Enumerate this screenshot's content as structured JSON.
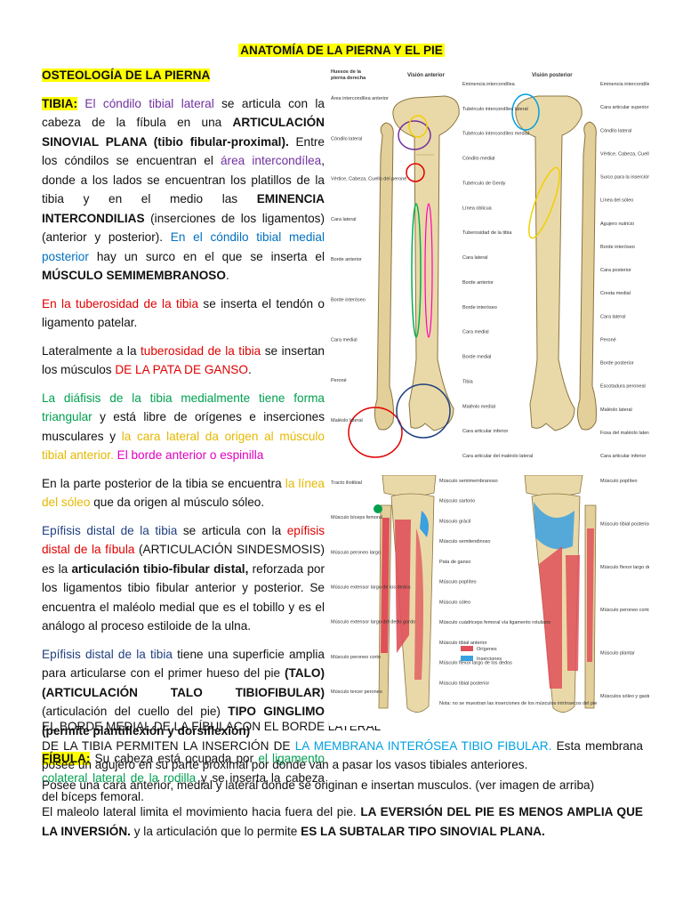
{
  "doc": {
    "title": "ANATOMÍA DE LA PIERNA Y EL PIE",
    "section": "OSTEOLOGÍA DE LA PIERNA",
    "p1": {
      "k": "TIBIA:",
      "a": " El cóndilo tibial lateral",
      "b": " se articula con la cabeza de la fíbula en una ",
      "c": "ARTICULACIÓN SINOVIAL PLANA (tibio fibular-proximal).",
      "d": " Entre los cóndilos se encuentran el ",
      "e": "área intercondílea",
      "f": ", donde a los lados se encuentran los platillos de la tibia y en el medio las ",
      "g": "EMINENCIA INTERCONDILIAS",
      "h": " (inserciones de los ligamentos) (anterior y posterior). ",
      "i": "En el cóndilo tibial medial posterior",
      "j": " hay un surco en el que se inserta el ",
      "l": "MÚSCULO SEMIMEMBRANOSO",
      "m": "."
    },
    "p2": {
      "a": "En la tuberosidad de la tibia",
      "b": " se inserta el tendón o ligamento patelar."
    },
    "p3": {
      "a": "Lateralmente a la ",
      "b": "tuberosidad de la tibia",
      "c": " se insertan los músculos ",
      "d": "DE LA PATA DE GANSO",
      "e": "."
    },
    "p4": {
      "a": "La diáfisis de la tibia medialmente tiene forma triangular",
      "b": " y está libre de orígenes e inserciones musculares y ",
      "c": "la cara lateral da origen al músculo tibial anterior.",
      "d": " El borde anterior o espinilla"
    },
    "p5": {
      "a": "En la parte posterior de la tibia se encuentra ",
      "b": "la línea del sóleo",
      "c": " que da origen al músculo sóleo."
    },
    "p6": {
      "a": "Epífisis distal de la tibia",
      "b": " se articula con la ",
      "c": "epífisis distal de la fíbula",
      "d": " (ARTICULACIÓN SINDESMOSIS) es la ",
      "e": "articulación tibio-fibular distal,",
      "f": " reforzada por los ligamentos tibio fibular anterior y posterior. Se encuentra el maléolo medial que es el tobillo y es el análogo al proceso estiloide de la ulna."
    },
    "p7": {
      "a": "Epífisis distal de la tibia",
      "b": " tiene una superficie amplia para articularse con el primer hueso del pie ",
      "c": "(TALO) (ARTICULACIÓN TALO TIBIOFIBULAR)",
      "d": " (articulación del cuello del pie) ",
      "e": "TIPO GINGLIMO (permite plantiflexión y dorsiflexión)"
    },
    "p8": {
      "a": "FÍBULA:",
      "b": " Su cabeza está ocupada por ",
      "c": "el ligamento colateral lateral de la rodilla",
      "d": " y se inserta la cabeza del bíceps femoral."
    },
    "p9a": "EL BORDE MEDIAL DE LA FÍBULACON EL BORDE LATERAL",
    "p9b": {
      "a": "DE LA TIBIA PERMITEN LA INSERCIÓN DE ",
      "b": "LA MEMBRANA INTERÓSEA TIBIO FIBULAR.",
      "c": " Esta membrana posee un agujero en su parte proximal por donde van a pasar los vasos tibiales anteriores."
    },
    "p10": "Posee una cara anterior, medial y lateral donde se originan e insertan musculos. (ver imagen de arriba)",
    "p11": {
      "a": "El maleolo lateral limita el movimiento hacia fuera del pie. ",
      "b": "LA EVERSIÓN DEL PIE ES MENOS AMPLIA QUE LA INVERSIÓN.",
      "c": " y la articulación que lo permite ",
      "d": "ES LA SUBTALAR TIPO SINOVIAL PLANA."
    }
  },
  "fig1": {
    "header": [
      "Huesos de la",
      "pierna derecha"
    ],
    "view_anterior": "Visión anterior",
    "view_posterior": "Visión posterior",
    "labels_left": [
      "Área intercondílea anterior",
      "Cóndilo lateral",
      "Vértice, Cabeza, Cuello del peroné",
      "Cara lateral",
      "Borde anterior",
      "Borde interóseo",
      "Cara medial",
      "Peroné",
      "Maléolo lateral"
    ],
    "labels_mid": [
      "Eminencia intercondílea",
      "Tubérculo intercondíleo lateral",
      "Tubérculo intercondíleo medial",
      "Cóndilo medial",
      "Tubérculo de Gerdy",
      "Línea oblicua",
      "Tuberosidad de la tibia",
      "Cara lateral",
      "Borde anterior",
      "Borde interóseo",
      "Cara medial",
      "Borde medial",
      "Tibia",
      "Maléolo medial",
      "Cara articular inferior",
      "Cara articular del maléolo lateral"
    ],
    "labels_right": [
      "Eminencia intercondílea",
      "Cara articular superior",
      "Cóndilo lateral",
      "Vértice, Cabeza, Cuello del peroné",
      "Surco para la inserción del tendón del semimembranoso",
      "Línea del sóleo",
      "Agujero nutricio",
      "Borde interóseo",
      "Cara posterior",
      "Cresta medial",
      "Cara lateral",
      "Peroné",
      "Borde posterior",
      "Escotadura peroneal",
      "Maléolo lateral",
      "Fosa del maléolo lateral",
      "Cara articular inferior"
    ]
  },
  "fig2": {
    "labels_left": [
      "Tracto iliotibial",
      "Músculo bíceps femoral",
      "Músculo peroneo largo",
      "Músculo extensor largo de los dedos",
      "Músculo extensor largo del dedo gordo",
      "Músculo peroneo corto",
      "Músculo tercer peroneo"
    ],
    "labels_mid": [
      "Músculo semimembranoso",
      "Músculo sartorio",
      "Músculo grácil",
      "Músculo semitendinoso",
      "Pata de ganso",
      "Músculo poplíteo",
      "Músculo sóleo",
      "Músculo cuádriceps femoral vía ligamento rotuliano",
      "Músculo tibial anterior",
      "Músculo flexor largo de los dedos",
      "Músculo tibial posterior",
      "Nota: no se muestran las inserciones de los músculos intrínsecos del pie"
    ],
    "legend": [
      "Orígenes",
      "Inserciones"
    ],
    "labels_right": [
      "Músculo poplíteo",
      "Músculo tibial posterior",
      "Músculo flexor largo del dedo gordo",
      "Músculo peroneo corto",
      "Músculo plantar",
      "Músculos sóleo y gastrocnemio vía tendón calcáneo (de Aquiles)"
    ]
  },
  "colors": {
    "origin": "#e0505a",
    "insertion": "#3aa0e0",
    "bone": "#ead9a8"
  }
}
